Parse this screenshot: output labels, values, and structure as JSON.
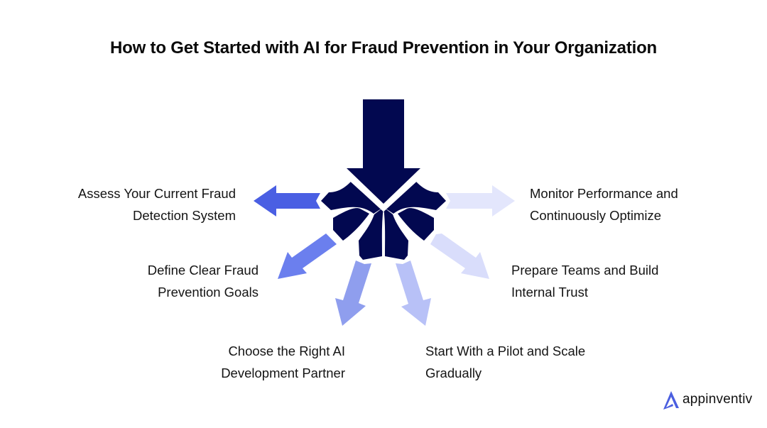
{
  "title": "How to Get Started with AI for Fraud Prevention in Your Organization",
  "colors": {
    "main_arrow": "#020850",
    "assess": "#4a5fe3",
    "define": "#6b7fee",
    "choose": "#8f9eee",
    "start": "#b8c1f7",
    "prepare": "#d9ddfb",
    "monitor": "#e3e6fc",
    "logo_accent": "#4b5fe0"
  },
  "steps": [
    {
      "id": "assess",
      "line1": "Assess Your Current Fraud",
      "line2": "Detection System"
    },
    {
      "id": "define",
      "line1": "Define Clear Fraud",
      "line2": "Prevention Goals"
    },
    {
      "id": "choose",
      "line1": "Choose the Right AI",
      "line2": "Development Partner"
    },
    {
      "id": "start",
      "line1": "Start With a Pilot and Scale",
      "line2": "Gradually"
    },
    {
      "id": "prepare",
      "line1": "Prepare Teams and Build",
      "line2": "Internal Trust"
    },
    {
      "id": "monitor",
      "line1": "Monitor Performance and",
      "line2": "Continuously Optimize"
    }
  ],
  "logo": {
    "text": "appinventiv",
    "icon": "appinventiv-a-icon"
  }
}
